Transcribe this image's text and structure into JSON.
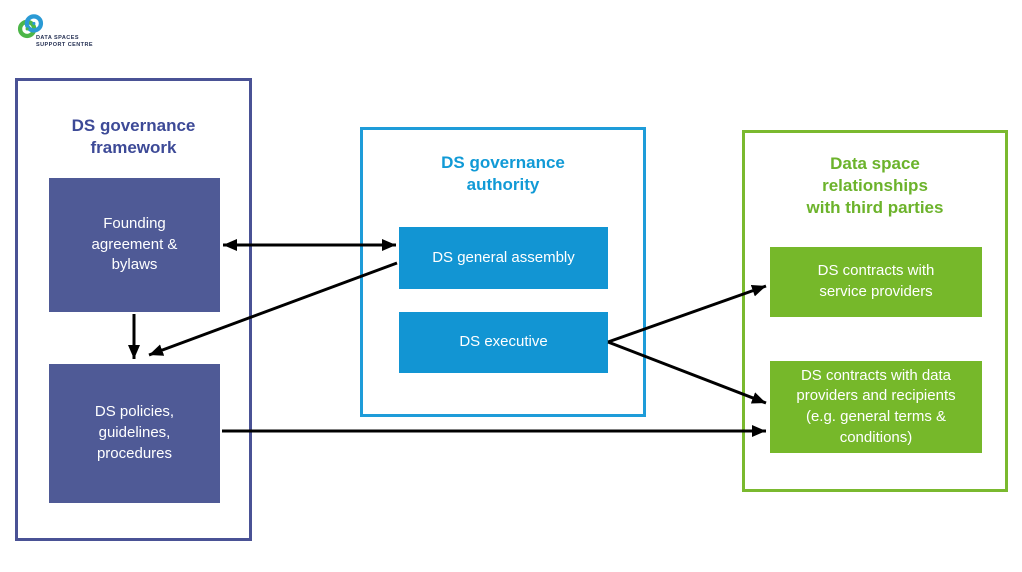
{
  "logo": {
    "line1": "DATA SPACES",
    "line2": "SUPPORT CENTRE"
  },
  "colors": {
    "purple": "#4f5a96",
    "purple_border": "#4a5295",
    "purple_title": "#3d4a97",
    "blue": "#1295d3",
    "blue_border": "#1e9cd9",
    "blue_title": "#119ad6",
    "green": "#76b82a",
    "green_border": "#7ab92f",
    "green_title": "#6cb32b",
    "arrow": "#000000",
    "logo_green": "#4cb648",
    "logo_blue": "#2a9ad5",
    "logo_text": "#253053"
  },
  "groups": [
    {
      "id": "framework",
      "title": "DS governance\nframework",
      "items": [
        {
          "id": "founding",
          "label": "Founding\nagreement &\nbylaws"
        },
        {
          "id": "policies",
          "label": "DS policies,\nguidelines,\nprocedures"
        }
      ]
    },
    {
      "id": "authority",
      "title": "DS governance\nauthority",
      "items": [
        {
          "id": "assembly",
          "label": "DS general assembly"
        },
        {
          "id": "executive",
          "label": "DS executive"
        }
      ]
    },
    {
      "id": "third-parties",
      "title": "Data space\nrelationships\nwith third parties",
      "items": [
        {
          "id": "service-contracts",
          "label": "DS contracts with\nservice providers"
        },
        {
          "id": "provider-contracts",
          "label": "DS contracts with data\nproviders and recipients\n(e.g. general terms &\nconditions)"
        }
      ]
    }
  ],
  "arrows": [
    {
      "from": "Founding agreement & bylaws",
      "to": "DS general assembly",
      "bidirectional": true
    },
    {
      "from": "Founding agreement & bylaws",
      "to": "DS policies, guidelines, procedures",
      "bidirectional": false
    },
    {
      "from": "DS general assembly",
      "to": "DS policies, guidelines, procedures",
      "bidirectional": false
    },
    {
      "from": "DS executive",
      "to": "DS contracts with service providers",
      "bidirectional": false
    },
    {
      "from": "DS executive",
      "to": "DS contracts with data providers and recipients",
      "bidirectional": false
    },
    {
      "from": "DS policies, guidelines, procedures",
      "to": "DS contracts with data providers and recipients",
      "bidirectional": false
    }
  ]
}
